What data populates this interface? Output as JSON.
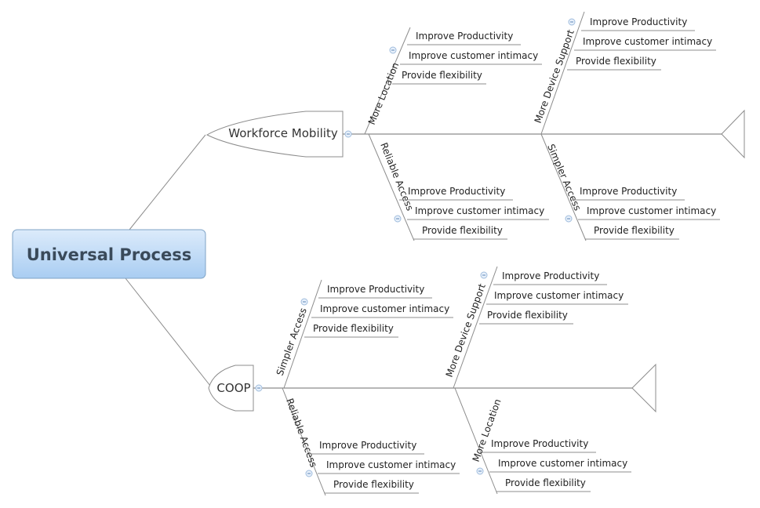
{
  "root": {
    "label": "Universal Process"
  },
  "fishbones": [
    {
      "head": "Workforce Mobility",
      "bones": [
        {
          "label": "More Location",
          "items": [
            "Improve Productivity",
            "Improve customer intimacy",
            "Provide flexibility"
          ]
        },
        {
          "label": "Reliable Access",
          "items": [
            "Improve Productivity",
            "Improve customer intimacy",
            "Provide flexibility"
          ]
        },
        {
          "label": "More Device Support",
          "items": [
            "Improve Productivity",
            "Improve customer intimacy",
            "Provide flexibility"
          ]
        },
        {
          "label": "Simpler Access",
          "items": [
            "Improve Productivity",
            "Improve customer intimacy",
            "Provide flexibility"
          ]
        }
      ]
    },
    {
      "head": "COOP",
      "bones": [
        {
          "label": "Simpler Access",
          "items": [
            "Improve Productivity",
            "Improve customer intimacy",
            "Provide flexibility"
          ]
        },
        {
          "label": "Reliable Access",
          "items": [
            "Improve Productivity",
            "Improve customer intimacy",
            "Provide flexibility"
          ]
        },
        {
          "label": "More Device Support",
          "items": [
            "Improve Productivity",
            "Improve customer intimacy",
            "Provide flexibility"
          ]
        },
        {
          "label": "More Location",
          "items": [
            "Improve Productivity",
            "Improve customer intimacy",
            "Provide flexibility"
          ]
        }
      ]
    }
  ]
}
